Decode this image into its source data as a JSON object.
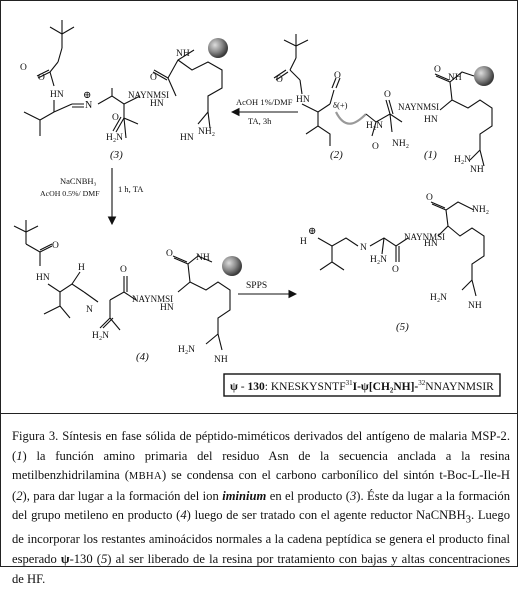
{
  "scheme": {
    "labels": {
      "boc": "O",
      "o": "O",
      "nh": "NH",
      "hn": "HN",
      "h2n": "H₂N",
      "nh2": "NH₂",
      "chain": "NAYNMSI",
      "amidine_hn": "HN",
      "amidine_nh2": "NH₂",
      "amidine_h2n": "H₂N",
      "amidine_nh": "NH",
      "plus": "⊕",
      "delta_plus": "δ(+)",
      "n": "N",
      "hplus": "H",
      "h": "H",
      "nplus": "N"
    },
    "compounds": {
      "c1": "(1)",
      "c2": "(2)",
      "c3": "(3)",
      "c4": "(4)",
      "c5": "(5)"
    },
    "arrows": {
      "a1_top": "AcOH 1%/DMF",
      "a1_bottom": "TA, 3h",
      "a2_left_1": "NaCNBH₃",
      "a2_left_2": "AcOH 0.5%/ DMF",
      "a2_right": "1 h, TA",
      "a3_top": "SPPS"
    },
    "sequence": {
      "psi": "ψ",
      "dash": " - ",
      "num": "130",
      "colon": ": KNESKYSNTF",
      "sup31": "31",
      "mid": "I-ψ[CH₂NH]-",
      "sup32": "32",
      "end": "NNAYNMSIR"
    }
  },
  "caption": {
    "p1": "Figura 3. Síntesis en fase sólida de péptido-miméticos derivados del antígeno de malaria MSP-2. (",
    "n1": "1",
    "p2": ") la función amino primaria del residuo Asn de la secuencia anclada a la resina metilbenzhidrilamina (",
    "mbha": "MBHA",
    "p3": ") se condensa con el carbono carbonílico del sintón t-Boc-L-Ile-H (",
    "n2": "2",
    "p4": "), para dar lugar a la formación del ion ",
    "iminium": "iminium",
    "p5": " en el producto (",
    "n3": "3",
    "p6": "). Éste da lugar a la formación del grupo metileno en producto (",
    "n4": "4",
    "p7": ") luego de ser tratado con el agente reductor NaCNBH",
    "sub3": "3",
    "p8": ". Luego de incorporar los restantes aminoácidos normales a la cadena peptídica se genera el producto final esperado ",
    "psi": "ψ",
    "p9": "-130 (",
    "n5": "5",
    "p10": ") al ser liberado de la resina por tratamiento con bajas y altas concentraciones de HF."
  }
}
